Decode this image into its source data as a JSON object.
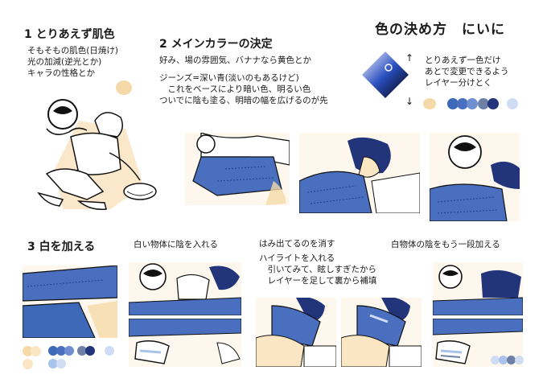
{
  "title": "色の決め方　にいに",
  "section1": {
    "heading": "1 とりあえず肌色",
    "lines": [
      "そもそもの肌色(日焼け)",
      "光の加減(逆光とか)",
      "キャラの性格とか"
    ]
  },
  "section2": {
    "heading": "2 メインカラーの決定",
    "line1": "好み、場の雰囲気、バナナなら黄色とか",
    "line2": "ジーンズ=深い青(淡いのもあるけど)",
    "line3": "　これをベースにより暗い色、明るい色",
    "line4": "ついでに陰も塗る、明暗の幅を広げるのが先"
  },
  "note": {
    "lines": [
      "とりあえず一色だけ",
      "あとで変更できるよう",
      "レイヤー分けとく"
    ]
  },
  "section3": {
    "heading": "3 白を加える",
    "caption1": "白い物体に陰を入れる",
    "caption2_lines": [
      "はみ出てるのを消す",
      "ハイライトを入れる",
      "　引いてみて、眩しすぎたから",
      "　レイヤーを足して裏から補填"
    ],
    "caption3": "白物体の陰をもう一段加える"
  },
  "colors": {
    "skin": "#f6d9a8",
    "skin_light": "#fbe6c4",
    "blue_dark": "#1f3f86",
    "blue_mid": "#3e68b8",
    "blue_main": "#4a6fbf",
    "blue_light": "#a9c3ec",
    "blue_pale": "#cfdcf4",
    "gray_blue": "#6e7fa6",
    "navy": "#23357a"
  }
}
